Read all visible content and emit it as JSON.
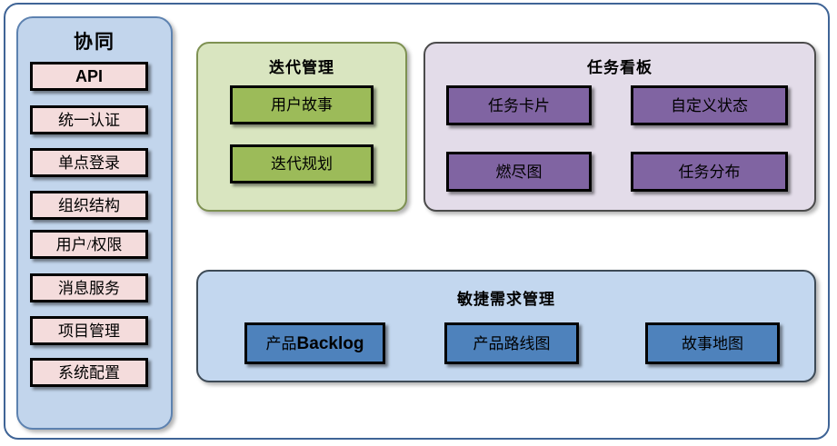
{
  "diagram": {
    "title_visible": false,
    "colors": {
      "frame_border": "#3f6496",
      "sidebar_panel_bg": "#c2d5ec",
      "sidebar_panel_border": "#5d82b0",
      "sidebar_node_bg": "#f4dcdc",
      "iteration_panel_bg": "#d9e5c0",
      "iteration_panel_border": "#7e9152",
      "iteration_node_bg": "#9cbb59",
      "taskboard_panel_bg": "#e3dce9",
      "taskboard_panel_border": "#4b4b4b",
      "taskboard_node_bg": "#8064a2",
      "agile_panel_bg": "#c3d7ef",
      "agile_panel_border": "#3d4a56",
      "agile_node_bg": "#4e82bc",
      "node_border": "#000000"
    }
  },
  "sidebar": {
    "title": "协同",
    "items": [
      {
        "label": "API",
        "emphasis": true
      },
      {
        "label": "统一认证",
        "emphasis": false
      },
      {
        "label": "单点登录",
        "emphasis": false
      },
      {
        "label": "组织结构",
        "emphasis": false
      },
      {
        "label": "用户/权限",
        "emphasis": false
      },
      {
        "label": "消息服务",
        "emphasis": false
      },
      {
        "label": "项目管理",
        "emphasis": false
      },
      {
        "label": "系统配置",
        "emphasis": false
      }
    ]
  },
  "iteration": {
    "title": "迭代管理",
    "items": [
      {
        "label": "用户故事"
      },
      {
        "label": "迭代规划"
      }
    ]
  },
  "taskboard": {
    "title": "任务看板",
    "items": [
      {
        "label": "任务卡片"
      },
      {
        "label": "自定义状态"
      },
      {
        "label": "燃尽图"
      },
      {
        "label": "任务分布"
      }
    ]
  },
  "agile": {
    "title": "敏捷需求管理",
    "items": [
      {
        "label_cn": "产品",
        "label_latin": "Backlog"
      },
      {
        "label_cn": "产品路线图",
        "label_latin": ""
      },
      {
        "label_cn": "故事地图",
        "label_latin": ""
      }
    ]
  }
}
